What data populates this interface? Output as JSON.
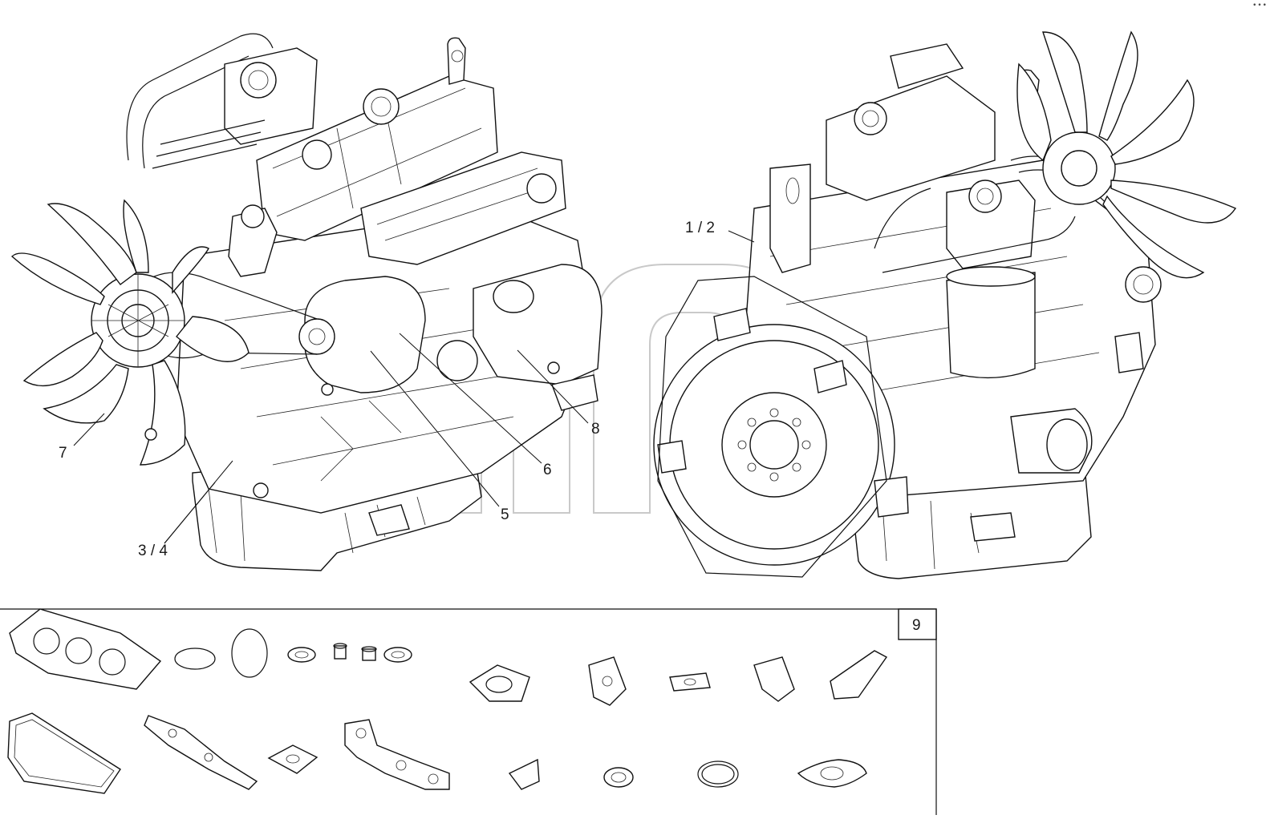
{
  "callouts": {
    "c7": "7",
    "c34": "3 / 4",
    "c5": "5",
    "c6": "6",
    "c8": "8",
    "c12": "1 / 2"
  },
  "kit": {
    "number": "9"
  },
  "brand": {
    "icon": "share-dots-icon",
    "text": "•••"
  },
  "colors": {
    "line": "#111111",
    "watermark": "#c9c9c9",
    "background": "#ffffff"
  }
}
